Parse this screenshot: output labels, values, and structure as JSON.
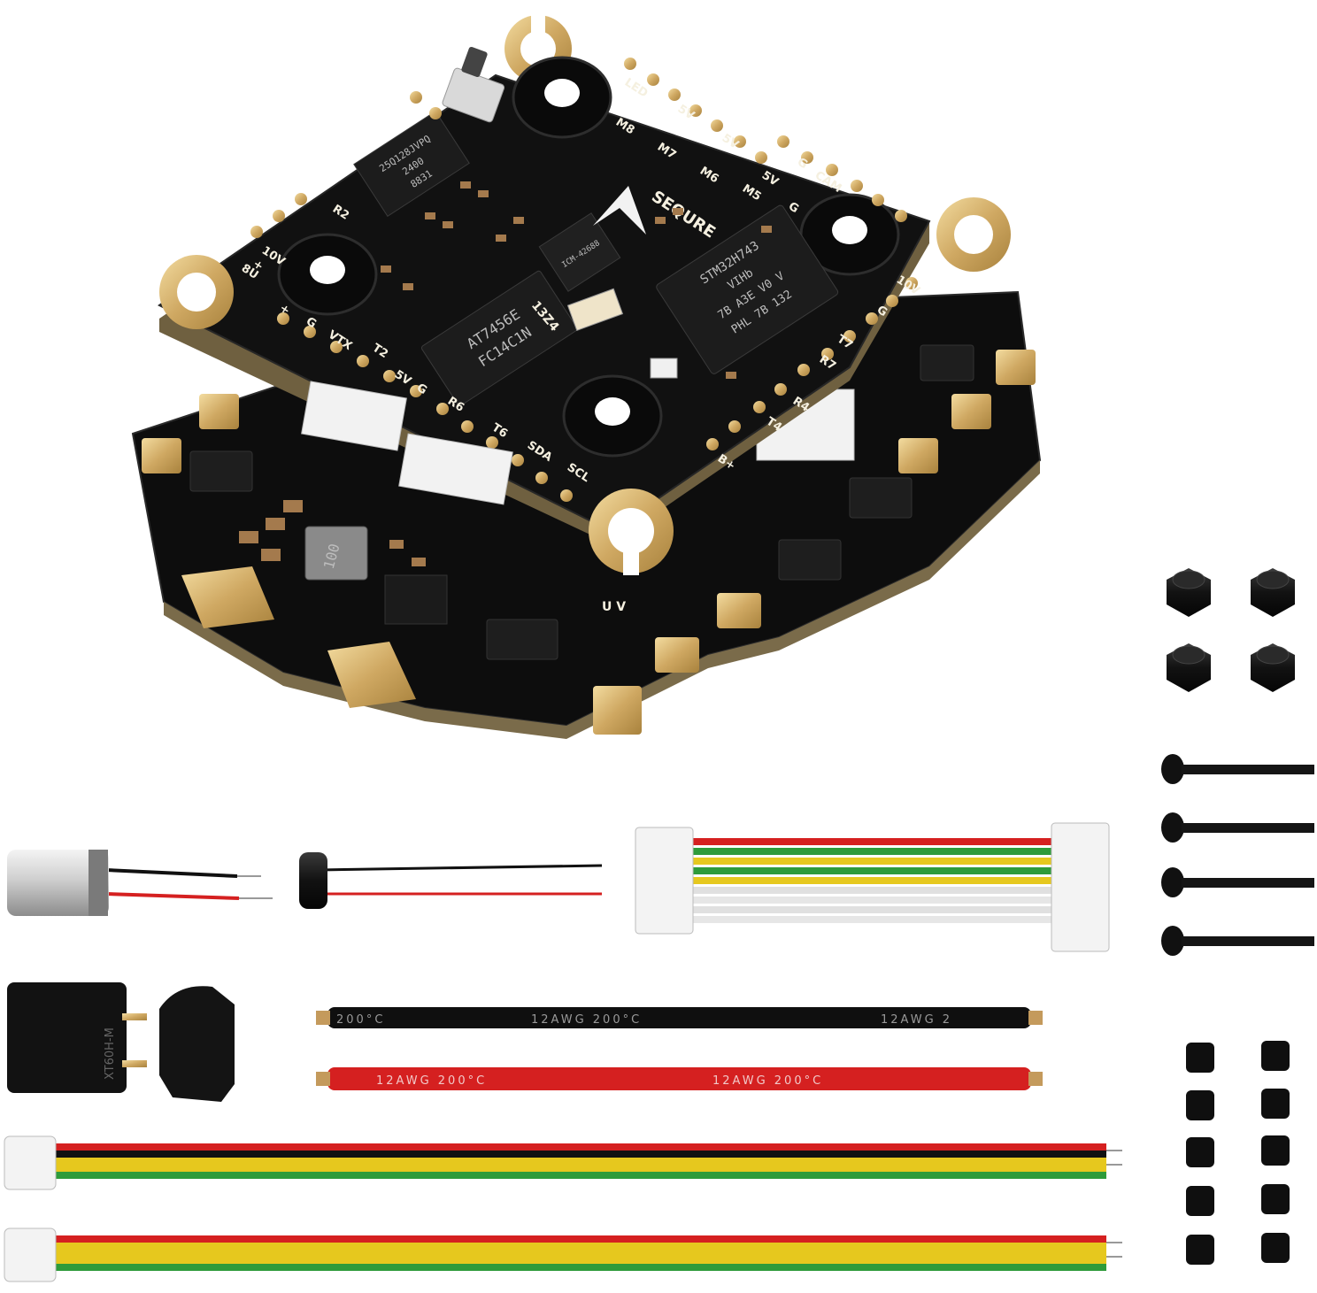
{
  "fc": {
    "brand": "SEQURE",
    "pads": [
      "LED",
      "5V",
      "M8",
      "5V",
      "M7",
      "5V",
      "M6",
      "G",
      "M5",
      "CAM",
      "G",
      "10V",
      "G",
      "R7",
      "T7",
      "R4",
      "T4",
      "B+",
      "SDA",
      "SCL",
      "T2",
      "R6",
      "T6",
      "5V",
      "G",
      "VTX",
      "G",
      "+",
      "10V",
      "+",
      "8U",
      "R2"
    ],
    "mcu": [
      "STM32H743",
      "VIHb",
      "7B A3E V0 V",
      "PHL 7B 132"
    ],
    "osd": [
      "AT7456E",
      "FC14C1N"
    ],
    "gyro": "ICM-42688",
    "flash": [
      "25Q128JVPQ",
      "2400",
      "8831"
    ],
    "crystal": "13Z4"
  },
  "esc": {
    "label": "U V"
  },
  "inductor": "100",
  "connector_xt60": "XT60H-M",
  "power_wires": {
    "black_labels": [
      "200°C",
      "12AWG  200°C",
      "12AWG  2"
    ],
    "red_labels": [
      "12AWG  200°C",
      "12AWG  200°C"
    ]
  },
  "colors": {
    "pcb": "#141414",
    "gold": "#d9b873",
    "wire_red": "#d52020",
    "wire_yellow": "#e6c81e",
    "wire_green": "#2e9b3a",
    "wire_black": "#111111",
    "hardware": "#121212"
  },
  "accessories": [
    "capacitor",
    "buzzer",
    "signal-cable",
    "xt60-connector",
    "12awg-black-wire",
    "12awg-red-wire",
    "esc-cable-1",
    "esc-cable-2",
    "lock-nuts",
    "screws",
    "rubber-grommets"
  ]
}
